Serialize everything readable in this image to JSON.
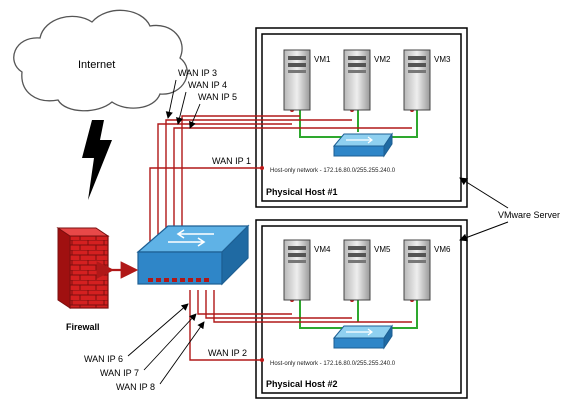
{
  "cloud": {
    "label": "Internet"
  },
  "firewall": {
    "label": "Firewall"
  },
  "hosts": [
    {
      "title": "Physical Host #1",
      "vms": [
        "VM1",
        "VM2",
        "VM3"
      ],
      "network": "Host-only network - 172.16.80.0/255.255.240.0"
    },
    {
      "title": "Physical Host #2",
      "vms": [
        "VM4",
        "VM5",
        "VM6"
      ],
      "network": "Host-only network - 172.16.80.0/255.255.240.0"
    }
  ],
  "vmware_label": "VMware Server",
  "wan_labels": {
    "ip1": "WAN IP 1",
    "ip2": "WAN IP 2",
    "ip3": "WAN IP 3",
    "ip4": "WAN IP 4",
    "ip5": "WAN IP 5",
    "ip6": "WAN IP 6",
    "ip7": "WAN IP 7",
    "ip8": "WAN IP 8"
  },
  "colors": {
    "wan_link": "#b01818",
    "lan_link": "#2ea82e",
    "firewall": "#d42020",
    "switch": "#2f86c8"
  }
}
